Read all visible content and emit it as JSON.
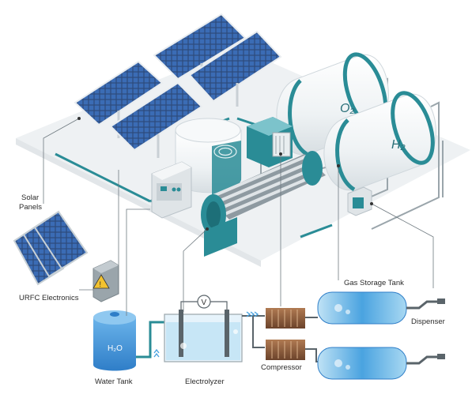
{
  "labels": {
    "solar_panels_line1": "Solar",
    "solar_panels_line2": "Panels",
    "urfc_electronics": "URFC Electronics",
    "gas_storage_tank": "Gas Storage Tank",
    "dispenser": "Dispenser",
    "water_tank": "Water Tank",
    "electrolyzer": "Electrolyzer",
    "compressor": "Compressor"
  },
  "tank_marks": {
    "oxygen": "O₂",
    "hydrogen": "H₂",
    "water": "H₂O",
    "voltmeter": "V"
  },
  "colors": {
    "teal": "#2a8c96",
    "teal_dark": "#1d6f78",
    "panel_blue": "#2d4a7a",
    "panel_cell": "#3b6cb5",
    "tank_white": "#f2f5f7",
    "water_blue": "#3f93d6",
    "copper": "#8a5a3c",
    "platform": "#eceff1"
  }
}
